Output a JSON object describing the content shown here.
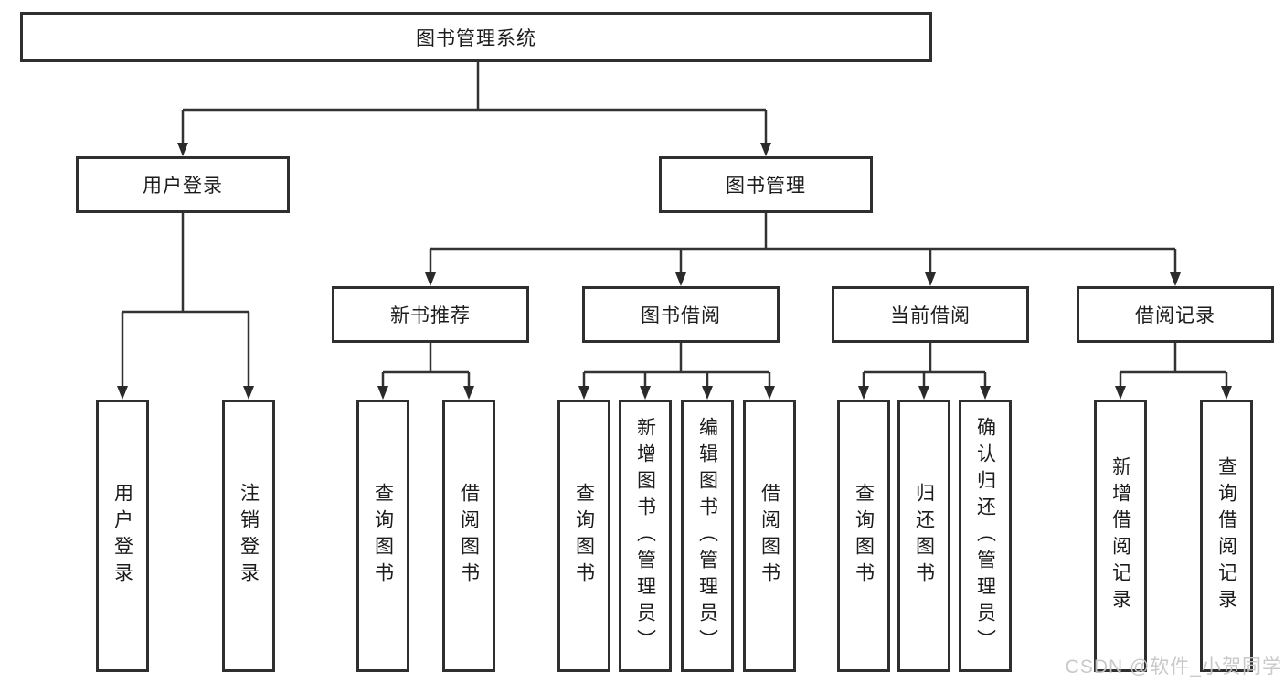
{
  "tree": {
    "root": {
      "label": "图书管理系统"
    },
    "branches": [
      {
        "label": "用户登录",
        "children": [
          {
            "label": "用户登录"
          },
          {
            "label": "注销登录"
          }
        ]
      },
      {
        "label": "图书管理",
        "children": [
          {
            "label": "新书推荐",
            "children": [
              {
                "label": "查询图书"
              },
              {
                "label": "借阅图书"
              }
            ]
          },
          {
            "label": "图书借阅",
            "children": [
              {
                "label": "查询图书"
              },
              {
                "label": "新增图书（管理员）"
              },
              {
                "label": "编辑图书（管理员）"
              },
              {
                "label": "借阅图书"
              }
            ]
          },
          {
            "label": "当前借阅",
            "children": [
              {
                "label": "查询图书"
              },
              {
                "label": "归还图书"
              },
              {
                "label": "确认归还（管理员）"
              }
            ]
          },
          {
            "label": "借阅记录",
            "children": [
              {
                "label": "新增借阅记录"
              },
              {
                "label": "查询借阅记录"
              }
            ]
          }
        ]
      }
    ]
  },
  "watermark": "CSDN @软件_小贺同学",
  "colors": {
    "line": "#333333",
    "arrow": "#2a2a2a",
    "border": "#2f2f2f",
    "text": "#1c1c1c",
    "background": "#ffffff",
    "watermark": "#c6c6c6"
  }
}
